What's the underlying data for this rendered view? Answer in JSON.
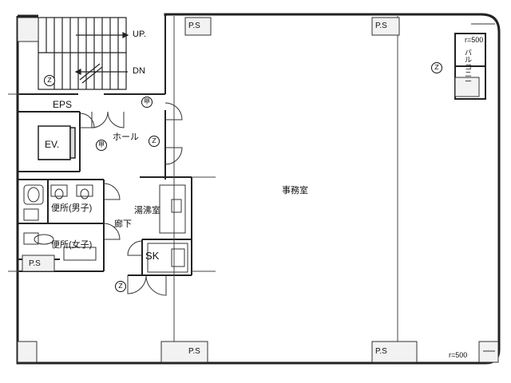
{
  "labels": {
    "stair_up": "UP.",
    "stair_down": "DN",
    "eps": "EPS",
    "ev": "EV.",
    "hall": "ホール",
    "toilet_men": "便所(男子)",
    "toilet_women": "便所(女子)",
    "kitchenette": "湯沸室",
    "corridor": "廊下",
    "sk": "SK",
    "ps": "P.S",
    "office": "事務室",
    "balcony": "バルコニー",
    "radius_top": "r=500",
    "radius_bottom": "r=500"
  },
  "marks": {
    "z": "Z",
    "ko": "甲"
  }
}
